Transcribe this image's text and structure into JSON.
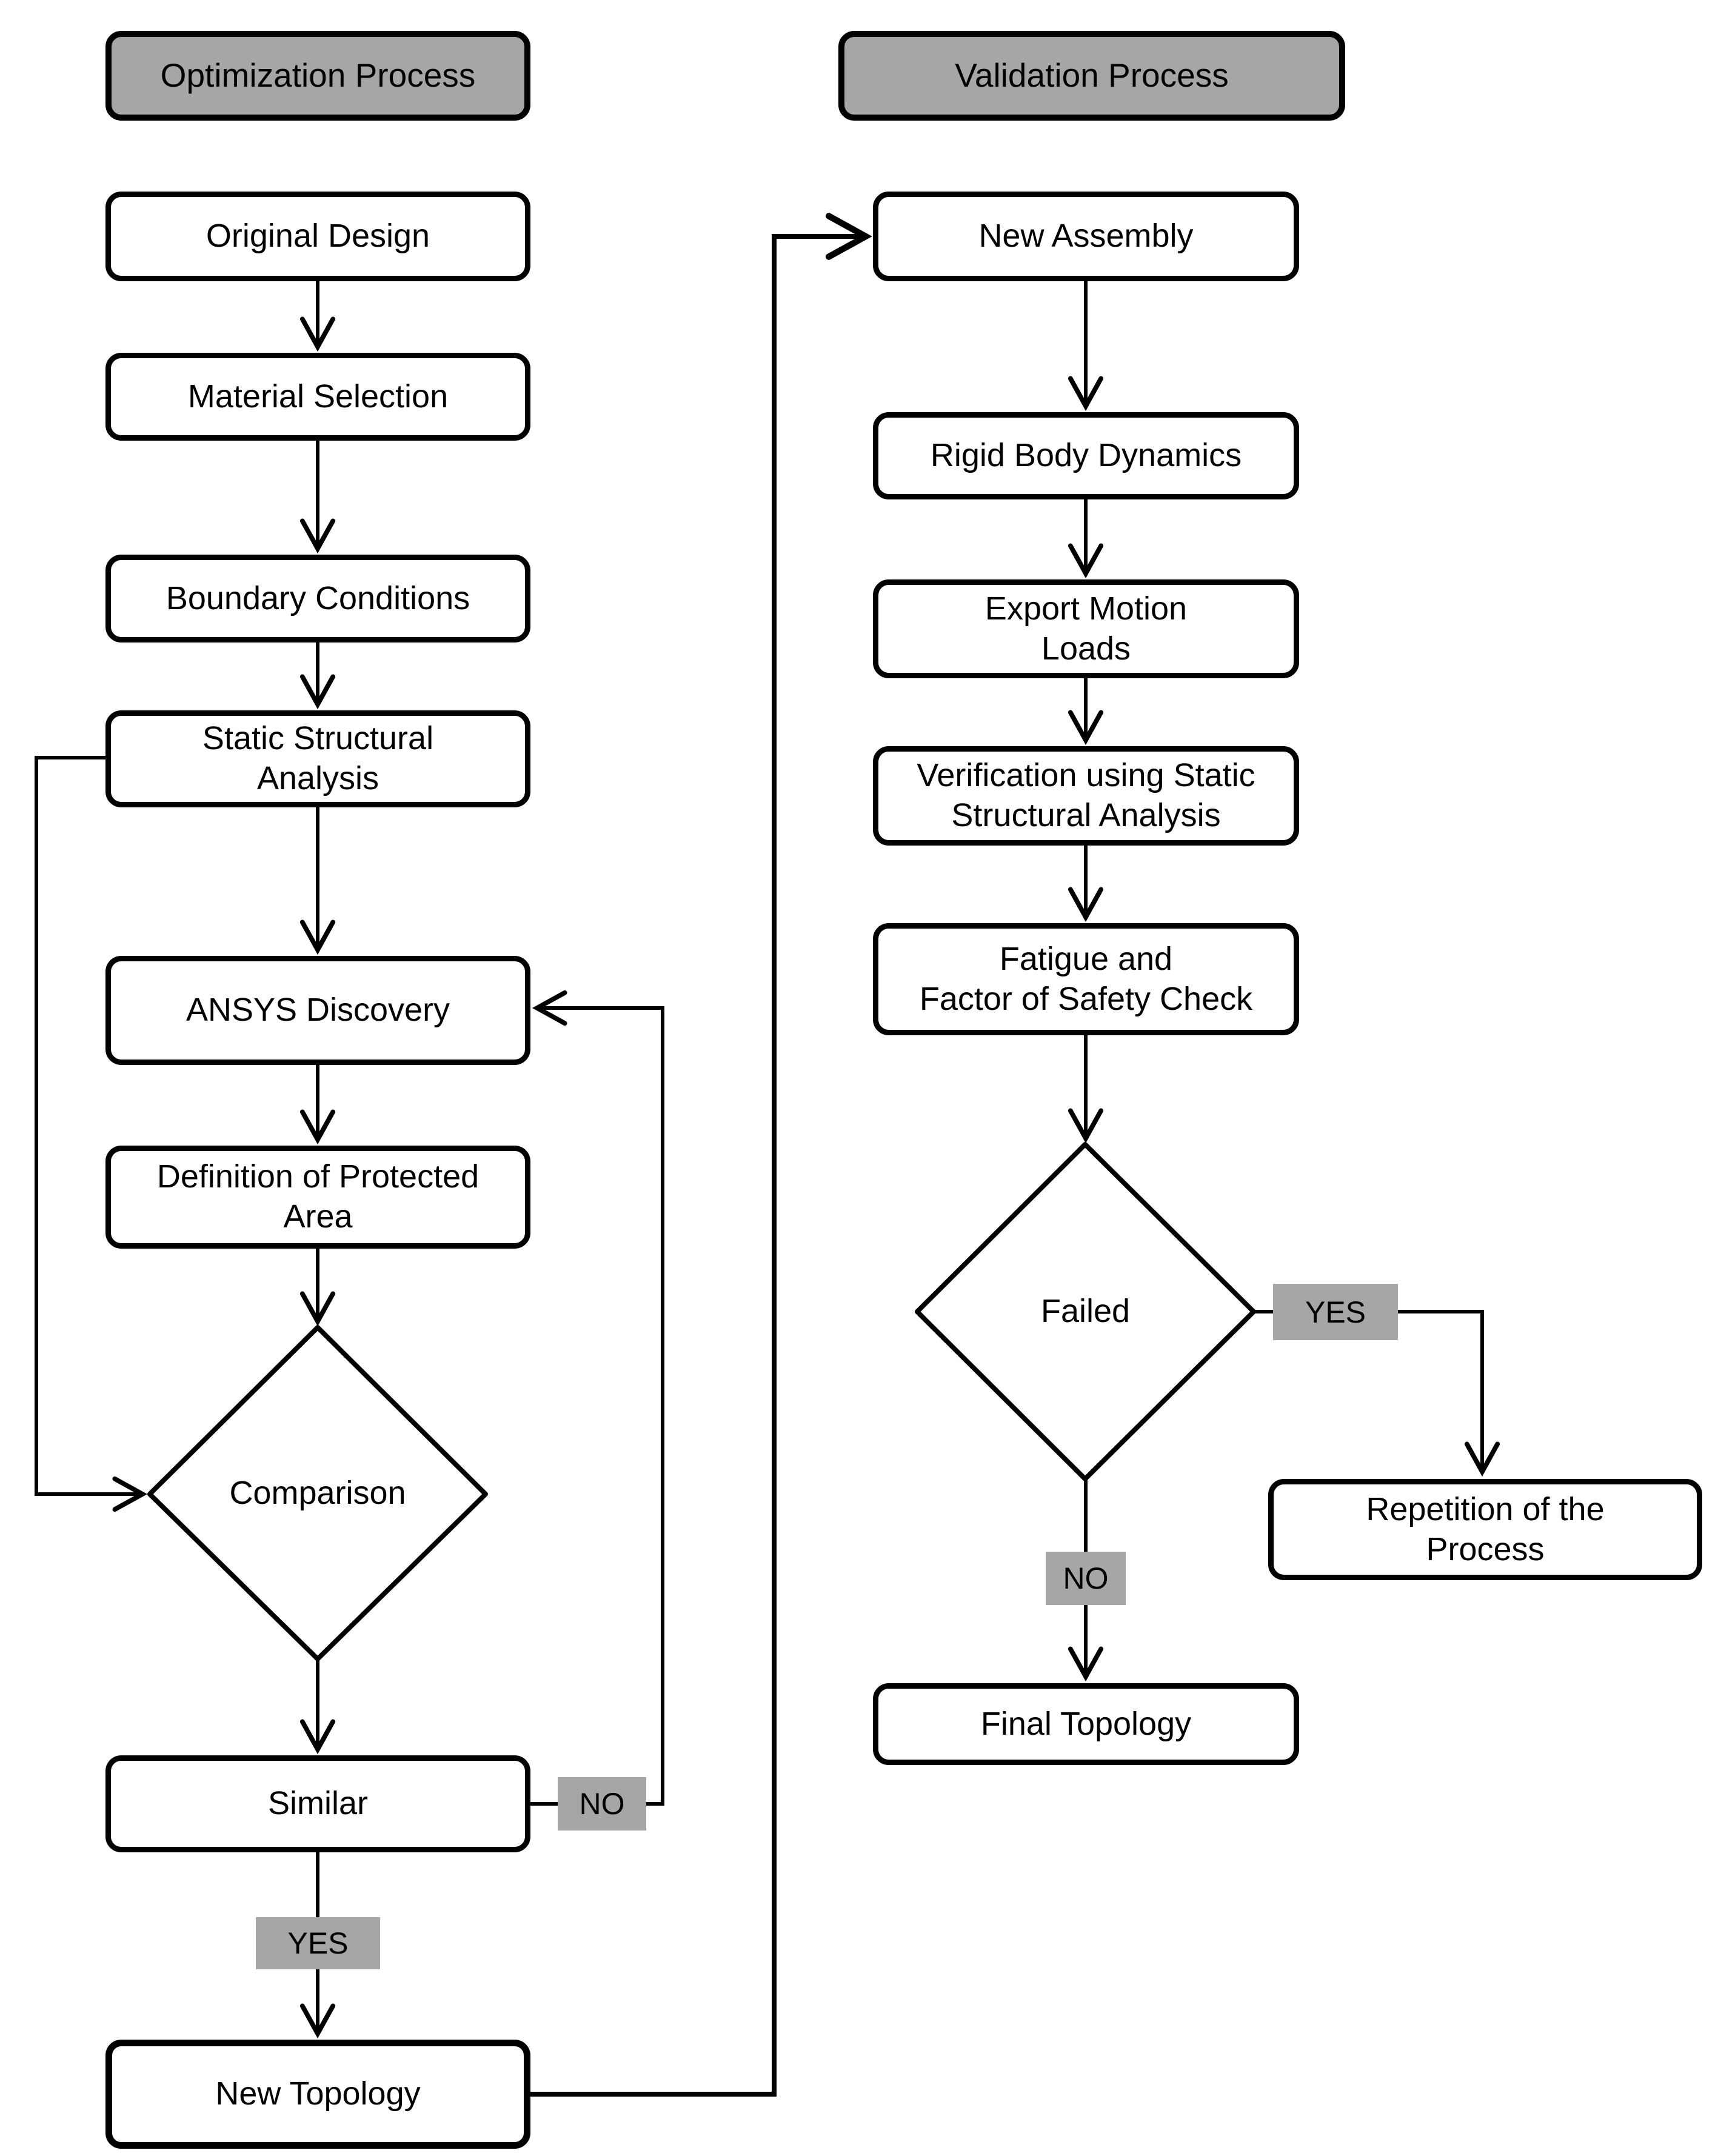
{
  "colors": {
    "background": "#ffffff",
    "node_fill": "#ffffff",
    "header_fill": "#a6a6a6",
    "label_fill": "#a6a6a6",
    "stroke": "#000000",
    "text": "#000000"
  },
  "nodes": {
    "opt_header": "Optimization Process",
    "val_header": "Validation Process",
    "original_design": "Original Design",
    "material_selection": "Material Selection",
    "boundary_conditions": "Boundary Conditions",
    "static_structural": "Static Structural\nAnalysis",
    "ansys_discovery": "ANSYS Discovery",
    "definition_protected": "Definition of Protected\nArea",
    "comparison": "Comparison",
    "similar": "Similar",
    "new_topology": "New Topology",
    "new_assembly": "New Assembly",
    "rigid_body": "Rigid Body Dynamics",
    "export_motion": "Export Motion\nLoads",
    "verification": "Verification using Static\nStructural Analysis",
    "fatigue": "Fatigue and\nFactor of Safety Check",
    "failed": "Failed",
    "repetition": "Repetition of the\nProcess",
    "final_topology": "Final Topology"
  },
  "labels": {
    "yes_left": "YES",
    "no_left": "NO",
    "yes_right": "YES",
    "no_right": "NO"
  },
  "edges": [
    {
      "from": "original_design",
      "to": "material_selection"
    },
    {
      "from": "material_selection",
      "to": "boundary_conditions"
    },
    {
      "from": "boundary_conditions",
      "to": "static_structural"
    },
    {
      "from": "static_structural",
      "to": "ansys_discovery"
    },
    {
      "from": "ansys_discovery",
      "to": "definition_protected"
    },
    {
      "from": "definition_protected",
      "to": "comparison"
    },
    {
      "from": "static_structural",
      "to": "comparison"
    },
    {
      "from": "comparison",
      "to": "similar"
    },
    {
      "from": "similar",
      "to": "new_topology",
      "label": "YES"
    },
    {
      "from": "similar",
      "to": "ansys_discovery",
      "label": "NO"
    },
    {
      "from": "new_topology",
      "to": "new_assembly"
    },
    {
      "from": "new_assembly",
      "to": "rigid_body"
    },
    {
      "from": "rigid_body",
      "to": "export_motion"
    },
    {
      "from": "export_motion",
      "to": "verification"
    },
    {
      "from": "verification",
      "to": "fatigue"
    },
    {
      "from": "fatigue",
      "to": "failed"
    },
    {
      "from": "failed",
      "to": "repetition",
      "label": "YES"
    },
    {
      "from": "failed",
      "to": "final_topology",
      "label": "NO"
    }
  ]
}
